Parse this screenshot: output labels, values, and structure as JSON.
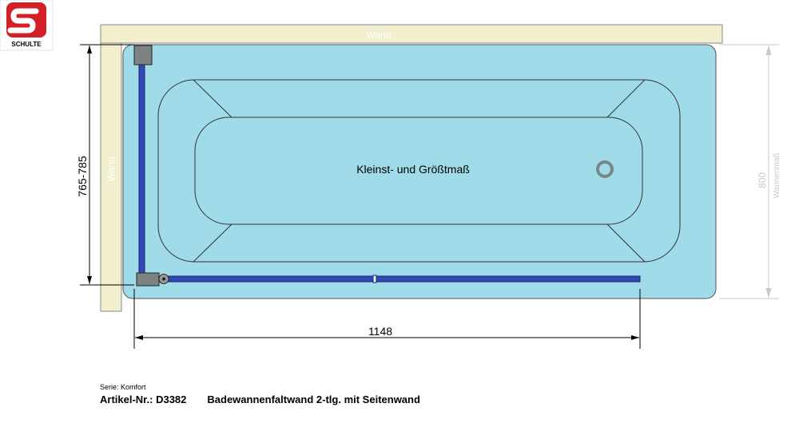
{
  "logo": {
    "text": "SCHULTE"
  },
  "labels": {
    "wall_top": "Wand",
    "wall_left": "Wand",
    "center": "Kleinst- und Größtmaß",
    "dim_height": "765-785",
    "dim_width": "1148",
    "dim_right_value": "800",
    "dim_right_caption": "Wannenmaß"
  },
  "footer": {
    "series": "Serie: Komfort",
    "article": "Artikel-Nr.: D3382",
    "description": "Badewannenfaltwand 2-tlg. mit Seitenwand"
  },
  "colors": {
    "wall": "#f2efcf",
    "tub": "#a0dbea",
    "profile": "#3348b8",
    "logo": "#d31f26"
  }
}
